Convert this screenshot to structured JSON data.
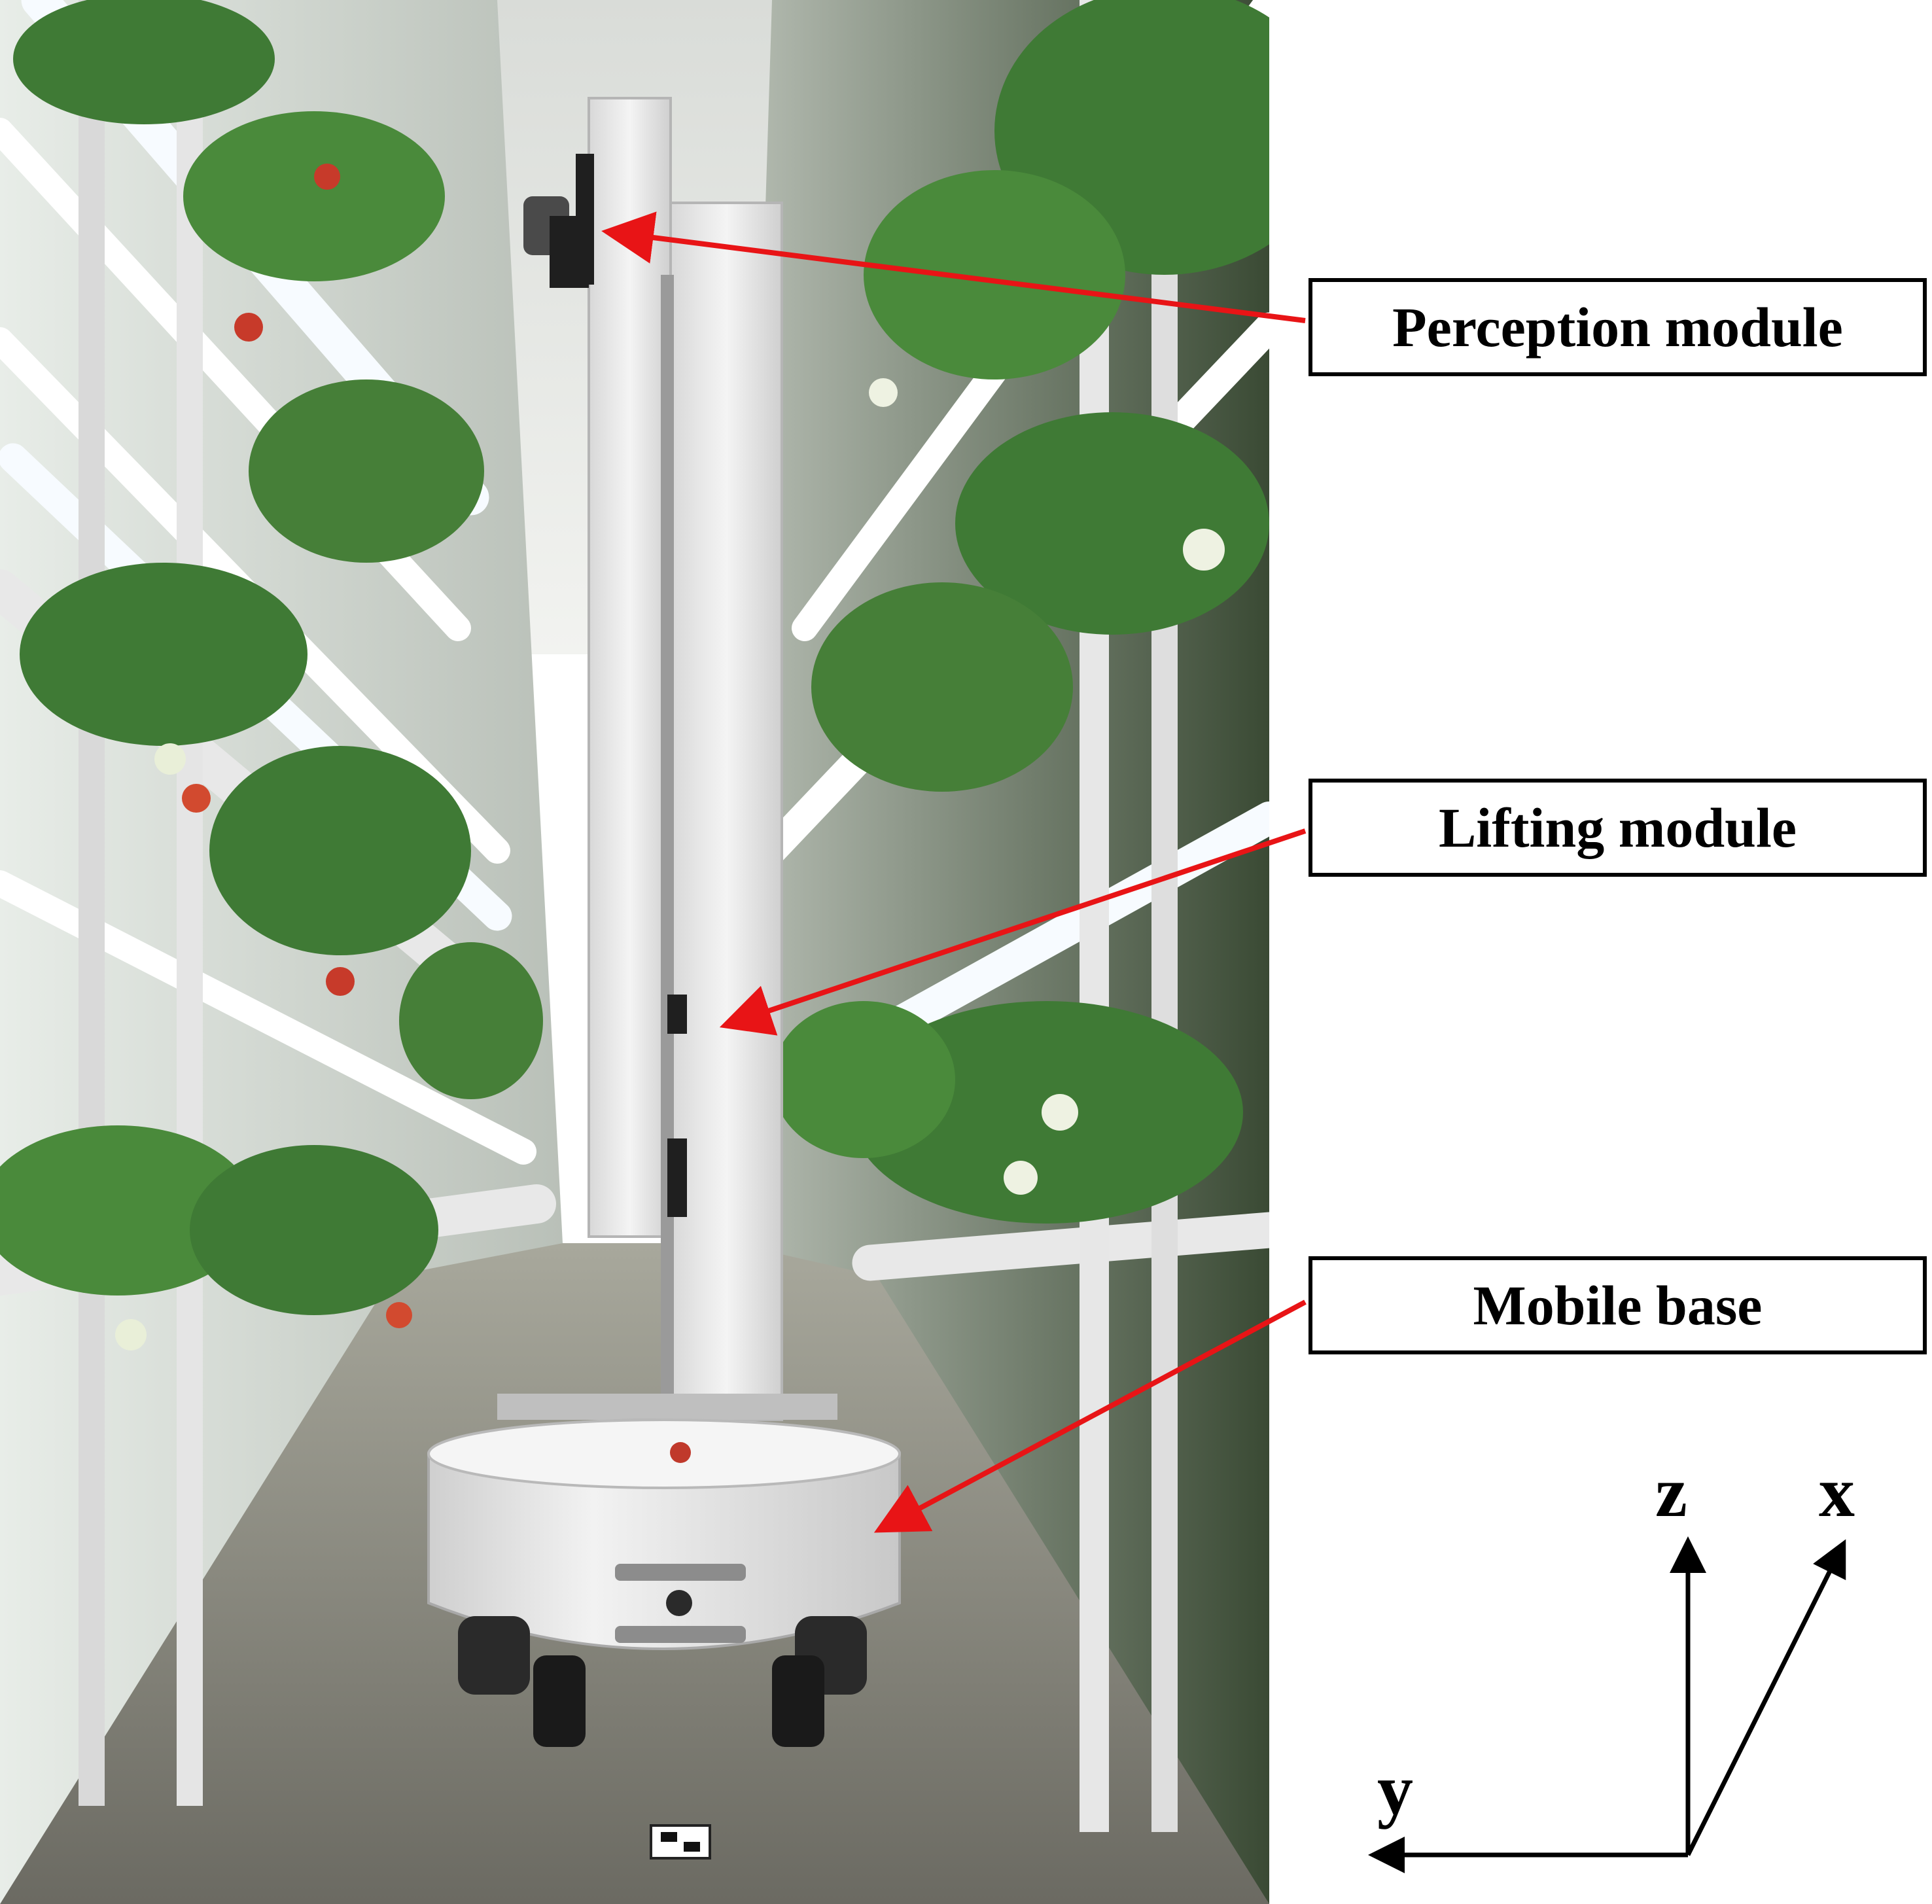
{
  "labels": {
    "perception": "Perception module",
    "lifting": "Lifting module",
    "mobile": "Mobile base"
  },
  "axes": {
    "z": "z",
    "x": "x",
    "y": "y"
  },
  "colors": {
    "arrow": "#e81416",
    "box_border": "#000000",
    "plant_green": "#3f7a35",
    "robot_white": "#eeeeee"
  }
}
